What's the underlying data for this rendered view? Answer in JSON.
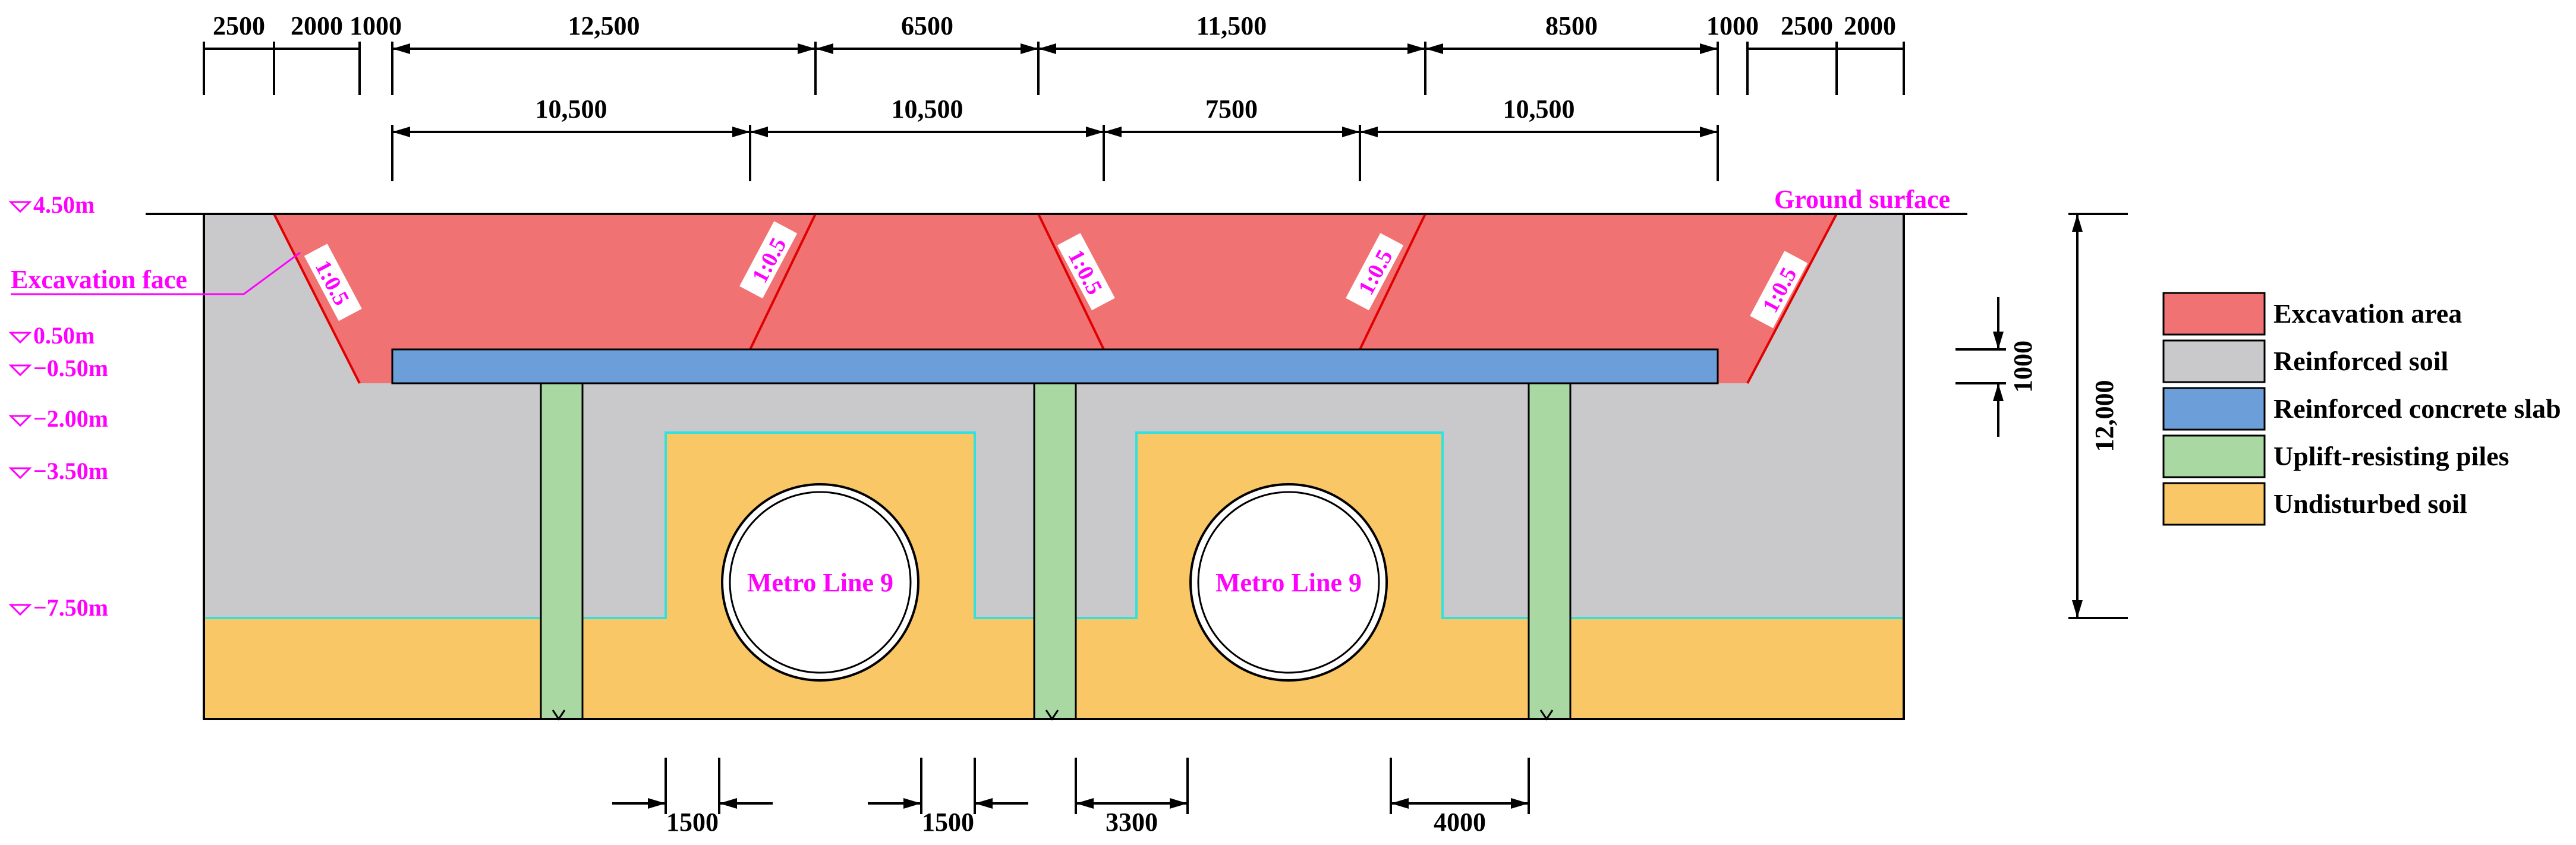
{
  "dimensions_top_row1": [
    "2500",
    "2000",
    "1000",
    "12,500",
    "6500",
    "11,500",
    "8500",
    "1000",
    "2500",
    "2000"
  ],
  "dimensions_top_row2": [
    "10,500",
    "10,500",
    "7500",
    "10,500"
  ],
  "dimensions_bottom": [
    "1500",
    "1500",
    "3300",
    "4000"
  ],
  "dimension_right_total": "12,000",
  "dimension_right_slab": "1000",
  "levels": [
    "4.50m",
    "0.50m",
    "−0.50m",
    "−2.00m",
    "−3.50m",
    "−7.50m"
  ],
  "labels": {
    "ground_surface": "Ground surface",
    "excavation_face": "Excavation face",
    "tunnel_left": "Metro Line 9",
    "tunnel_right": "Metro Line 9"
  },
  "slopes": [
    "1:0.5",
    "1:0.5",
    "1:0.5",
    "1:0.5",
    "1:0.5"
  ],
  "legend": [
    {
      "label": "Excavation area",
      "color": "#f17273"
    },
    {
      "label": "Reinforced soil",
      "color": "#c9c9cb"
    },
    {
      "label": "Reinforced concrete slab",
      "color": "#6c9fd9"
    },
    {
      "label": "Uplift-resisting piles",
      "color": "#a9d8a3"
    },
    {
      "label": "Undisturbed soil",
      "color": "#f9c766"
    }
  ],
  "colors": {
    "excavation": "#f17273",
    "reinforced_soil": "#c9c9cb",
    "slab": "#6c9fd9",
    "piles": "#a9d8a3",
    "undisturbed": "#f9c766",
    "boundary": "#33e0e0",
    "annotation": "#ff00ff",
    "division": "#e00000"
  }
}
